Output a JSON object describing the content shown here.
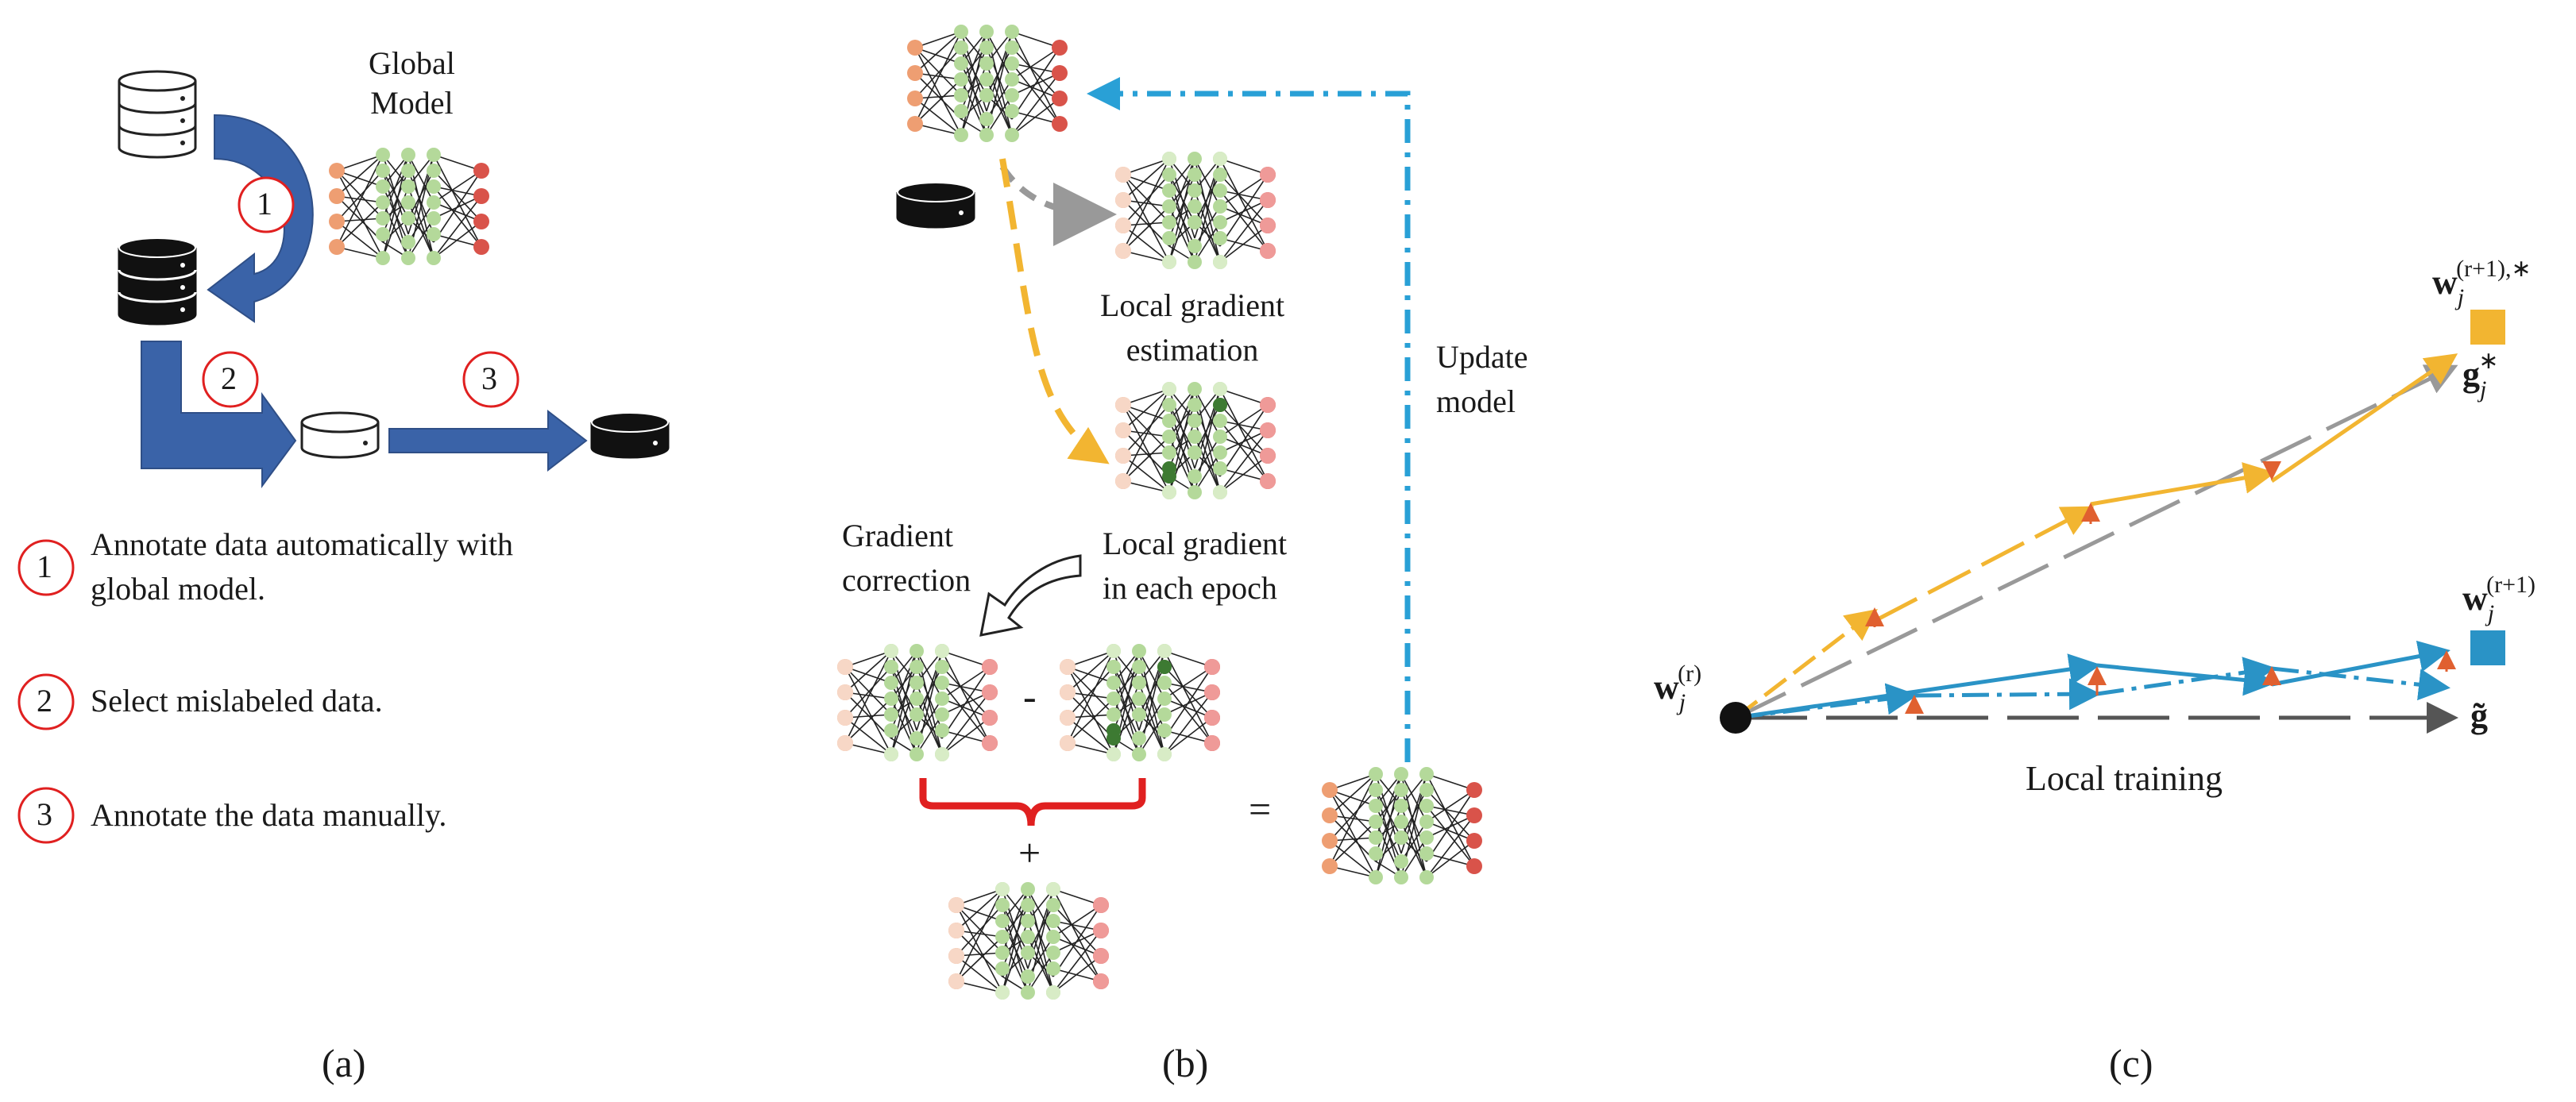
{
  "panel_a": {
    "global_model_label": "Global\nModel",
    "steps": [
      {
        "number": "1",
        "text": "Annotate data automatically with\nglobal model."
      },
      {
        "number": "2",
        "text": "Select mislabeled data."
      },
      {
        "number": "3",
        "text": "Annotate the data manually."
      }
    ],
    "caption": "(a)"
  },
  "panel_b": {
    "local_gradient_estimation": "Local gradient\nestimation",
    "update_model": "Update\nmodel",
    "gradient_correction": "Gradient\ncorrection",
    "local_gradient_each_epoch": "Local gradient\nin each epoch",
    "minus": "-",
    "plus": "+",
    "equals": "=",
    "caption": "(b)"
  },
  "panel_c": {
    "w_start_base": "w",
    "w_start_sub": "j",
    "w_start_sup": "(r)",
    "w_star_base": "w",
    "w_star_sub": "j",
    "w_star_sup": "(r+1),∗",
    "g_star_base": "g",
    "g_star_sub": "j",
    "g_star_sup": "∗",
    "w_next_base": "w",
    "w_next_sub": "j",
    "w_next_sup": "(r+1)",
    "g_tilde": "g̃",
    "local_training": "Local training",
    "caption": "(c)"
  },
  "colors": {
    "red": "#e02020",
    "blue_arrow": "#3a63a8",
    "yellow": "#f2b531",
    "teal": "#2a93c6",
    "gray": "#999999",
    "dark_gray": "#555555",
    "update_dash": "#29a0d6",
    "node_green": "#b4d99a",
    "node_orange": "#ee9e72",
    "node_red": "#d9534a",
    "node_dark_green": "#3d7a32"
  }
}
